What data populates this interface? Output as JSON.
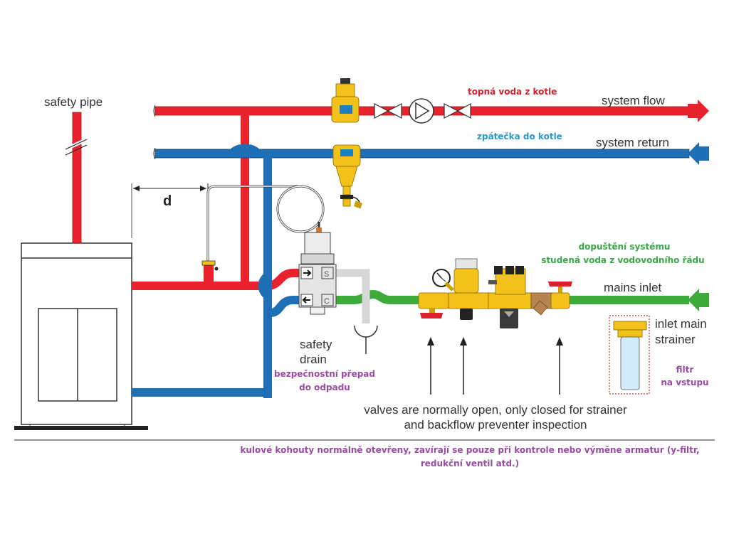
{
  "labels": {
    "safety_pipe": "safety pipe",
    "dimension_d": "d",
    "system_flow": "system flow",
    "system_return": "system return",
    "mains_inlet": "mains inlet",
    "inlet_main_strainer_line1": "inlet main",
    "inlet_main_strainer_line2": "strainer",
    "safety_drain_line1": "safety",
    "safety_drain_line2": "drain",
    "valve_note_line1": "valves are normally open, only closed for strainer",
    "valve_note_line2": "and backflow preventer inspection",
    "mixer_port_s": "S",
    "mixer_port_c": "C"
  },
  "annotations_cz": {
    "flow": "topná voda z kotle",
    "return": "zpátečka do kotle",
    "mains_line1": "dopuštění systému",
    "mains_line2": "studená voda z vodovodního řádu",
    "filter_line1": "filtr",
    "filter_line2": "na vstupu",
    "drain_line1": "bezpečnostní přepad",
    "drain_line2": "do odpadu",
    "footer_note": "kulové kohouty normálně otevřeny, zavírají se pouze při kontrole nebo výměne armatur (y-filtr, redukční ventil atd.)"
  },
  "colors": {
    "flow_pipe": "#e8232e",
    "return_pipe": "#1f6fb7",
    "mains_pipe": "#3cab3a",
    "drain_pipe": "#d7d7d7",
    "brass": "#f2c21b",
    "handle_red": "#d8202e",
    "annotation_red": "#d8202e",
    "annotation_blue": "#2a97cf",
    "annotation_green": "#3aa64a",
    "annotation_purple": "#9b4aa6"
  }
}
